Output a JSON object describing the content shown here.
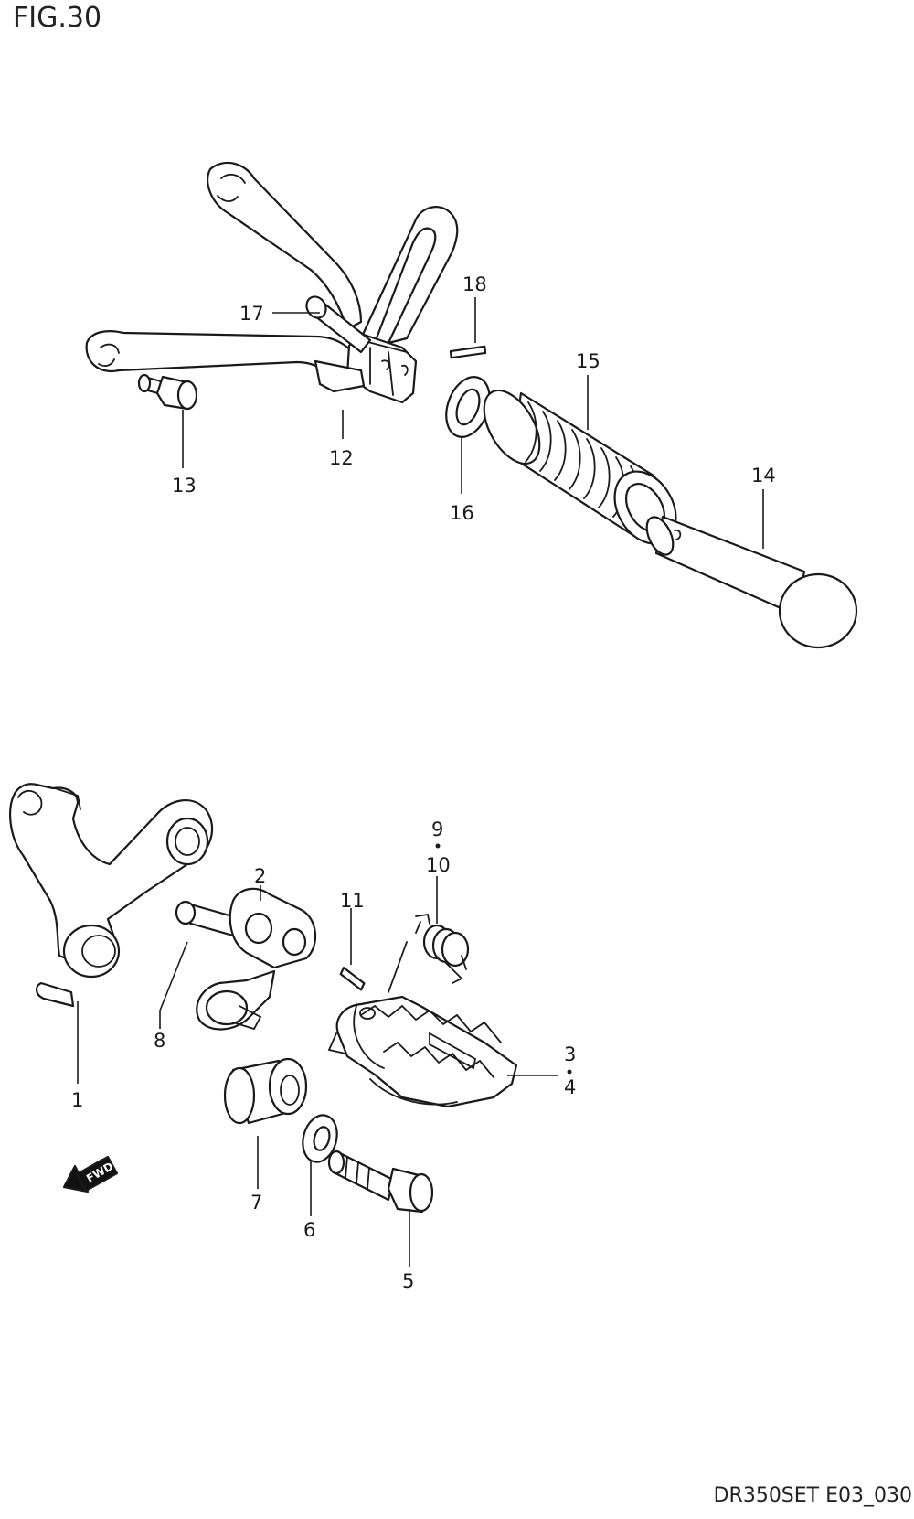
{
  "figure": {
    "title": "FIG.30",
    "code": "DR350SET E03_030"
  },
  "labels": {
    "p1": "1",
    "p2": "2",
    "p3": "3",
    "p4": "4",
    "p5": "5",
    "p6": "6",
    "p7": "7",
    "p8": "8",
    "p9": "9",
    "p10": "10",
    "p11": "11",
    "p12": "12",
    "p13": "13",
    "p14": "14",
    "p15": "15",
    "p16": "16",
    "p17": "17",
    "p18": "18"
  },
  "fwd_arrow": {
    "text": "FWD"
  }
}
